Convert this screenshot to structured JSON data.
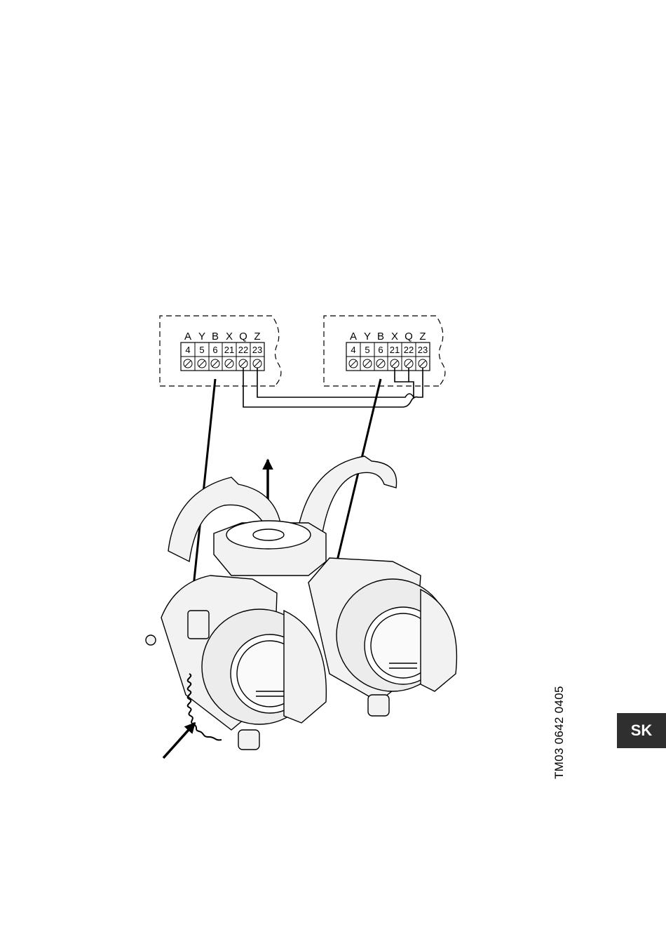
{
  "terminal_blocks": [
    {
      "letters": [
        "A",
        "Y",
        "B",
        "X",
        "Q",
        "Z"
      ],
      "numbers": [
        "4",
        "5",
        "6",
        "21",
        "22",
        "23"
      ]
    },
    {
      "letters": [
        "A",
        "Y",
        "B",
        "X",
        "Q",
        "Z"
      ],
      "numbers": [
        "4",
        "5",
        "6",
        "21",
        "22",
        "23"
      ]
    }
  ],
  "drawing_reference": "TM03 0642 0405",
  "language_tab": "SK",
  "colors": {
    "line": "#000000",
    "tab_background": "#2f2f2f",
    "tab_text": "#ffffff",
    "pump_fill": "#f2f2f2"
  }
}
